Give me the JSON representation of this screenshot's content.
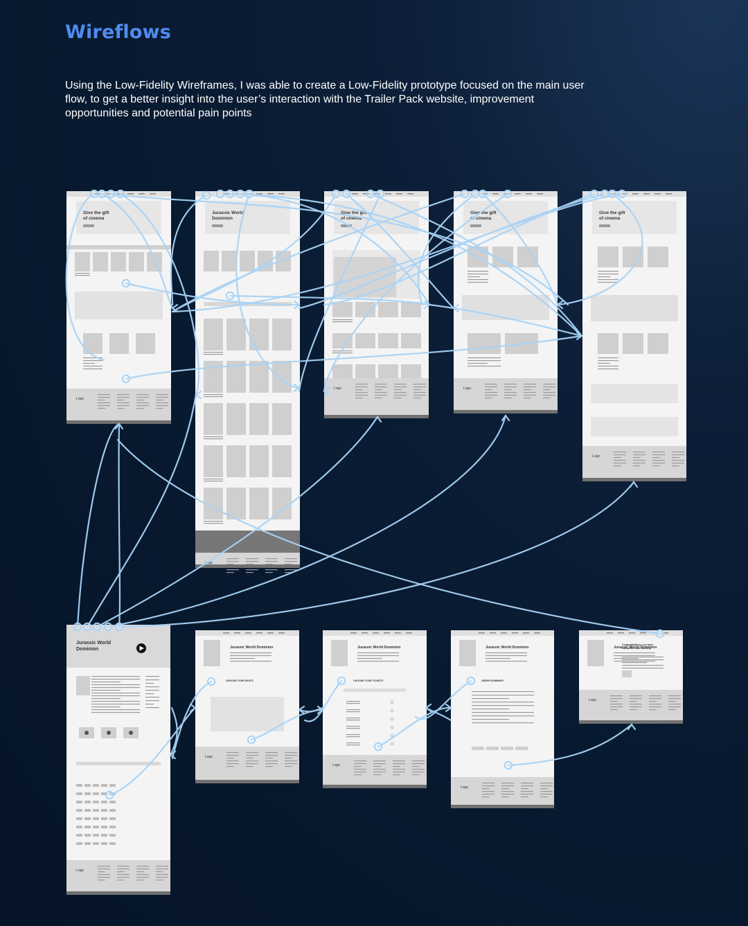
{
  "title": "Wireflows",
  "intro": "Using the Low-Fidelity Wireframes, I was able to create a Low-Fidelity prototype focused on the main user flow, to get a better insight into the user’s interaction with the Trailer Pack website, improvement opportunities and potential pain points",
  "screens": [
    {
      "id": "home-1",
      "heading": "Give the gift of cinema",
      "label": "Logo"
    },
    {
      "id": "listing",
      "heading": "Jurassic World Dominion",
      "label": "Logo"
    },
    {
      "id": "cinemas",
      "heading": "Give the gift of cinema",
      "label": "Logo"
    },
    {
      "id": "offers",
      "heading": "Give the gift of cinema",
      "label": "Logo"
    },
    {
      "id": "home-2",
      "heading": "Give the gift of cinema",
      "label": "Logo"
    },
    {
      "id": "movie-detail",
      "heading": "Jurassic World Dominion",
      "label": "Logo"
    },
    {
      "id": "choose-seats",
      "heading": "Jurassic World Dominion",
      "section": "CHOOSE YOUR SEATS",
      "label": "Logo"
    },
    {
      "id": "choose-tickets",
      "heading": "Jurassic World Dominion",
      "section": "CHOOSE YOUR TICKETS",
      "label": "Logo"
    },
    {
      "id": "checkout",
      "heading": "Jurassic World Dominion",
      "section": "ORDER SUMMARY",
      "label": "Logo"
    },
    {
      "id": "confirmation",
      "heading": "Jurassic World Dominion",
      "section": "Congratulations, you have completed your booking",
      "label": "Logo"
    }
  ],
  "colors": {
    "background": "#081a30",
    "title": "#4f8cf0",
    "flow": "#a9d3f6",
    "wire_light": "#e6e6e6",
    "wire_mid": "#cfcfcf",
    "wire_dark": "#707070"
  }
}
